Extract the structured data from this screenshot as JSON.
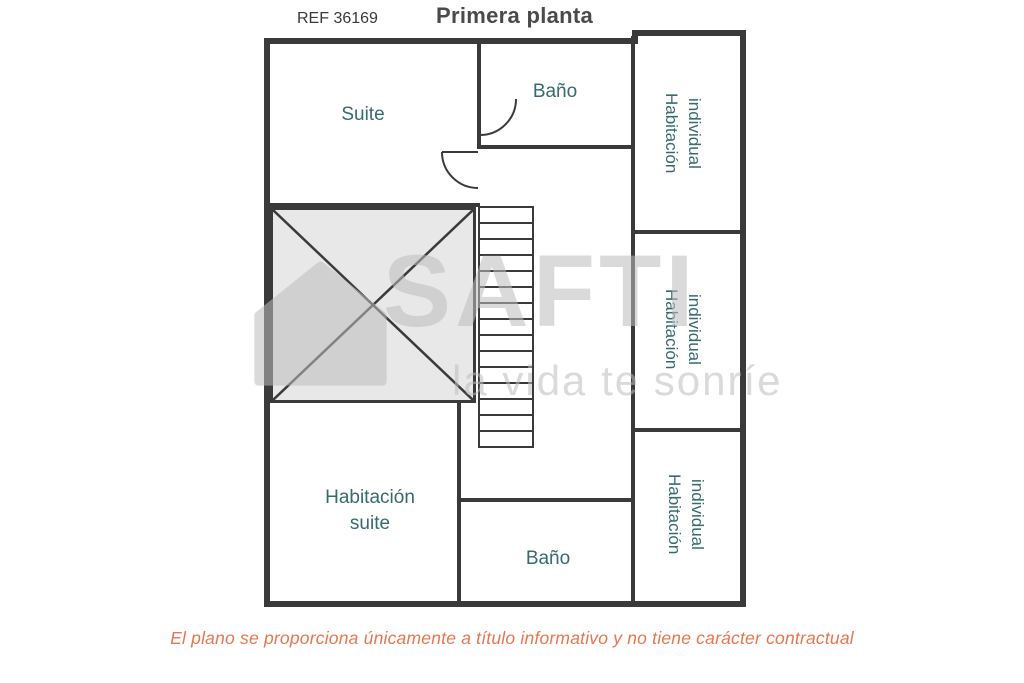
{
  "header": {
    "ref": "REF 36169",
    "title": "Primera planta"
  },
  "rooms": {
    "suite": "Suite",
    "bathroom_top": "Baño",
    "single_room_1": "Habitación individual",
    "single_room_2": "Habitación individual",
    "single_room_3": "Habitación individual",
    "master_bedroom": "Habitación suite",
    "bathroom_bottom": "Baño"
  },
  "watermark": {
    "brand": "SAFTI",
    "tagline": "la vida te sonríe",
    "icon": "house-icon"
  },
  "footer": {
    "disclaimer": "El plano se proporciona únicamente a título informativo y no tiene carácter contractual"
  },
  "colors": {
    "wall": "#3a3a3a",
    "room_label": "#356b70",
    "void_fill": "#e8e8e8",
    "watermark": "#bdbdbd",
    "disclaimer": "#e8764f"
  }
}
